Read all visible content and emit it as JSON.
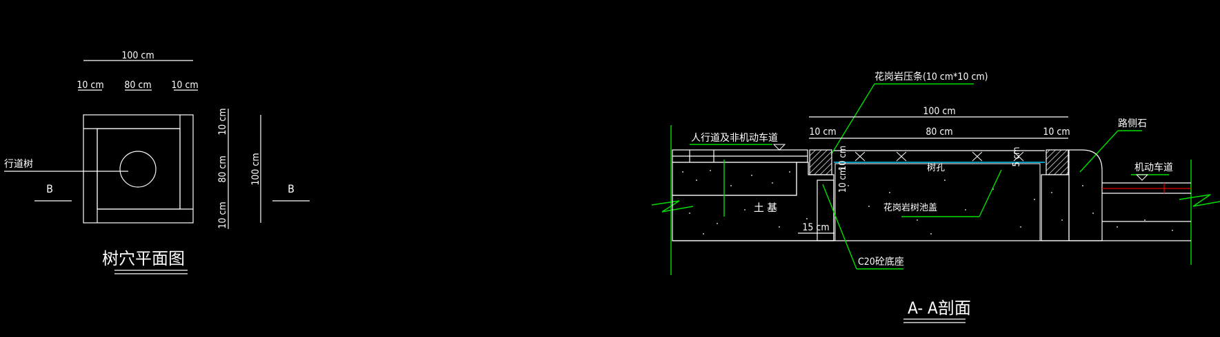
{
  "plan": {
    "dim_total_top": "100 cm",
    "dim_left": "10 cm",
    "dim_mid": "80 cm",
    "dim_right": "10 cm",
    "dim_v_top": "10 cm",
    "dim_v_mid": "80 cm",
    "dim_v_bot": "10 cm",
    "dim_v_total": "100 cm",
    "tree_label": "行道树",
    "mark_left": "B",
    "mark_right": "B",
    "title": "树穴平面图"
  },
  "section": {
    "granite_strip": "花岗岩压条(10 cm*10 cm)",
    "dim_total": "100 cm",
    "dim_left": "10 cm",
    "dim_mid": "80 cm",
    "dim_right": "10 cm",
    "curb": "路侧石",
    "sidewalk": "人行道及非机动车道",
    "motorway": "机动车道",
    "tree_hole": "树孔",
    "dim_5cm": "5 cm",
    "dim_10cm": "10 cm",
    "dim_10cm_b": "10 cm",
    "soil": "土 基",
    "granite_cover": "花岗岩树池盖",
    "dim_15cm": "15 cm",
    "c20": "C20砼底座",
    "title": "A- A剖面"
  },
  "colors": {
    "line": "#ffffff",
    "leader": "#00e000",
    "hatch_fill": "#000000",
    "accent_red": "#e00000",
    "accent_cyan": "#00d0ff"
  }
}
